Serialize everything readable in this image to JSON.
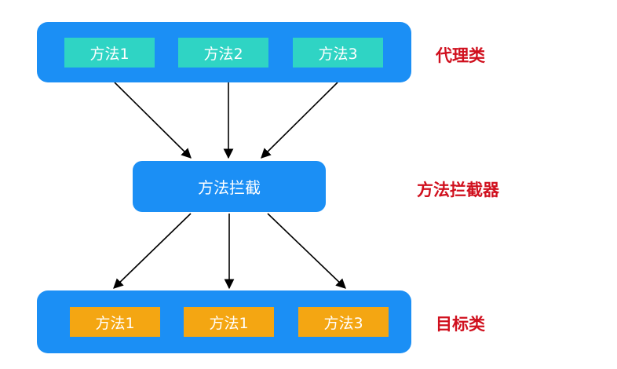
{
  "proxy": {
    "methods": [
      "方法1",
      "方法2",
      "方法3"
    ],
    "label": "代理类"
  },
  "interceptor": {
    "box_text": "方法拦截",
    "label": "方法拦截器"
  },
  "target": {
    "methods": [
      "方法1",
      "方法1",
      "方法3"
    ],
    "label": "目标类"
  },
  "colors": {
    "group_blue": "#1b8ff5",
    "proxy_method": "#2fd4c4",
    "target_method": "#f4a612",
    "label_red": "#d0101e",
    "arrow": "#000000"
  }
}
